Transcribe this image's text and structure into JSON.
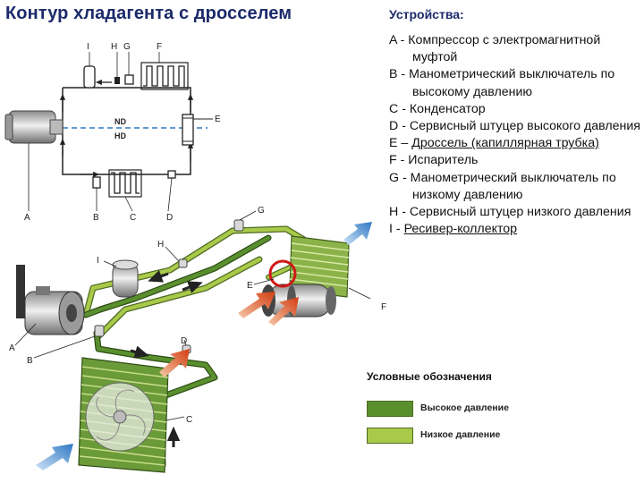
{
  "title": "Контур хладагента с дросселем",
  "devices": {
    "heading": "Устройства:",
    "items": [
      {
        "letter": "A",
        "sep": " - ",
        "desc": "Компрессор с электромагнитной муфтой"
      },
      {
        "letter": "B",
        "sep": " - ",
        "desc": "Манометрический выключатель по высокому давлению"
      },
      {
        "letter": "C",
        "sep": " - ",
        "desc": "Конденсатор"
      },
      {
        "letter": "D",
        "sep": " - ",
        "desc": "Сервисный штуцер высокого давления"
      },
      {
        "letter": "E",
        "sep": " – ",
        "desc": "Дроссель (капиллярная трубка)"
      },
      {
        "letter": "F",
        "sep": " - ",
        "desc": "Испаритель"
      },
      {
        "letter": "G",
        "sep": " - ",
        "desc": "Манометрический выключатель по низкому давлению"
      },
      {
        "letter": "H",
        "sep": " - ",
        "desc": "Сервисный штуцер низкого давления"
      },
      {
        "letter": "I",
        "sep": " - ",
        "desc": "Ресивер-коллектор"
      }
    ]
  },
  "schematic": {
    "top_labels": [
      "I",
      "H",
      "G",
      "F"
    ],
    "bottom_labels": [
      "A",
      "B",
      "C",
      "D"
    ],
    "side_label": "E",
    "nd": "ND",
    "hd": "HD"
  },
  "diagram_labels": {
    "a": "A",
    "b": "B",
    "c": "C",
    "d": "D",
    "e": "E",
    "f": "F",
    "g": "G",
    "h": "H",
    "i": "I"
  },
  "legend": {
    "title": "Условные обозначения",
    "high": "Высокое давление",
    "low": "Низкое давление",
    "high_color": "#5a8f2e",
    "low_color": "#a9c94a"
  }
}
